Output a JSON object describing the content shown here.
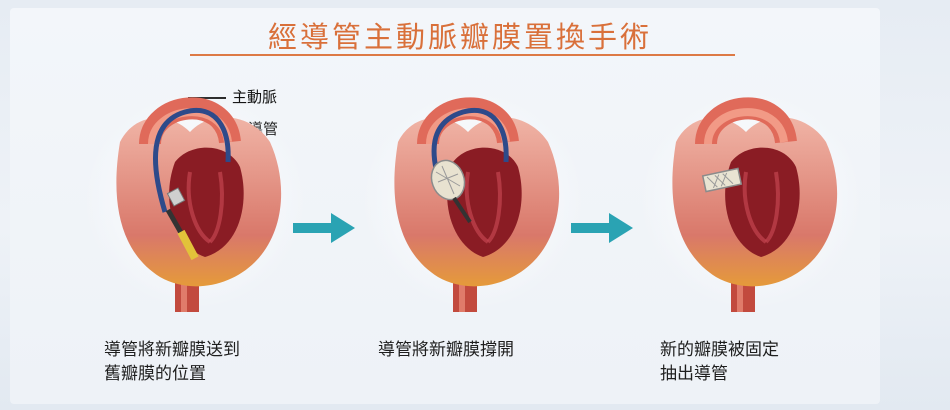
{
  "title": "經導管主動脈瓣膜置換手術",
  "labels": {
    "aorta": "主動脈",
    "catheter": "導管"
  },
  "steps": [
    {
      "caption": "導管將新瓣膜送到\n舊瓣膜的位置",
      "device": "catheter-valve"
    },
    {
      "caption": "導管將新瓣膜撐開",
      "device": "expanding-valve"
    },
    {
      "caption": "新的瓣膜被固定\n抽出導管",
      "device": "fixed-valve"
    }
  ],
  "colors": {
    "title": "#d9703a",
    "arrow": "#2aa3b3",
    "heart_outer": "#e8a79a",
    "heart_inner": "#8a1c24",
    "catheter": "#2e4a8a"
  }
}
